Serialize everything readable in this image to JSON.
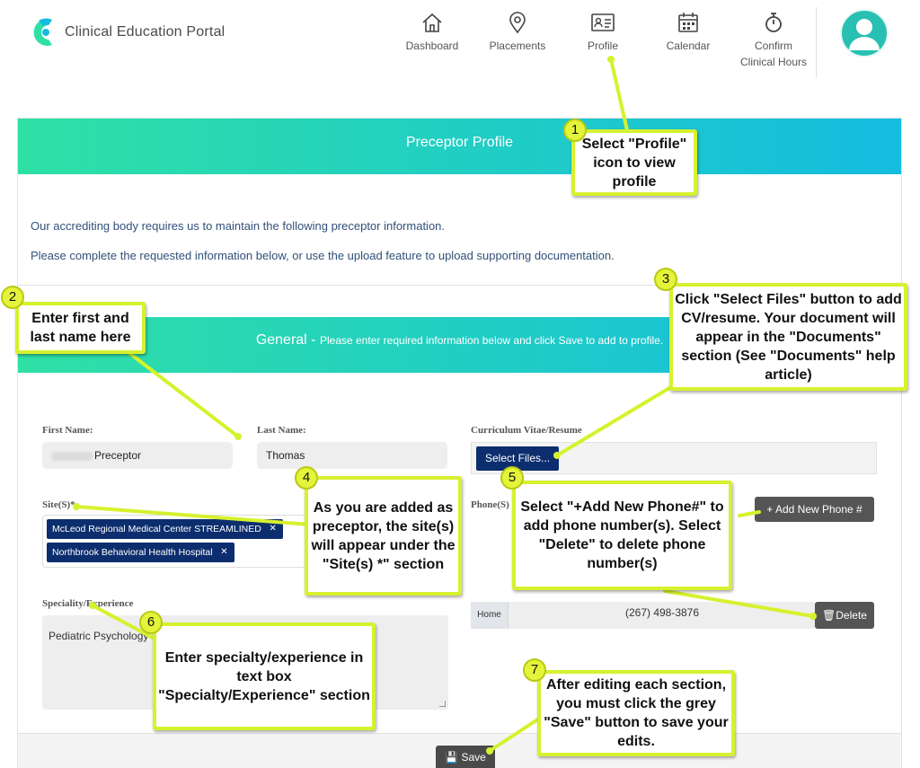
{
  "app": {
    "name": "Clinical Education Portal"
  },
  "nav": {
    "dashboard": "Dashboard",
    "placements": "Placements",
    "profile": "Profile",
    "calendar": "Calendar",
    "confirm_line1": "Confirm",
    "confirm_line2": "Clinical Hours"
  },
  "page": {
    "title": "Preceptor Profile",
    "intro1": "Our accrediting body requires us to maintain the following preceptor information.",
    "intro2": "Please complete the requested information below, or use the upload feature to upload supporting documentation.",
    "section_title": "General -",
    "section_sub": "Please enter required information below and click Save to add to profile."
  },
  "form": {
    "first_name_label": "First Name:",
    "first_name_value": "Preceptor",
    "last_name_label": "Last Name:",
    "last_name_value": "Thomas",
    "cv_label": "Curriculum Vitae/Resume",
    "select_files": "Select Files...",
    "sites_label": "Site(S)*",
    "sites": [
      "McLeod Regional Medical Center STREAMLINED",
      "Northbrook Behavioral Health Hospital"
    ],
    "phone_label": "Phone(S)",
    "add_phone": "Add New Phone #",
    "phone_type": "Home",
    "phone_number": "(267) 498-3876",
    "delete": "Delete",
    "specialty_label": "Speciality/Experience",
    "specialty_value": "Pediatric Psychology",
    "save": "Save"
  },
  "annotations": {
    "n1": "1",
    "c1": "Select \"Profile\" icon to view profile",
    "n2": "2",
    "c2": "Enter first and last name here",
    "n3": "3",
    "c3": "Click \"Select Files\" button to add CV/resume. Your document will appear in the \"Documents\" section (See \"Documents\" help article)",
    "n4": "4",
    "c4": "As you are added as preceptor, the site(s) will appear under the \"Site(s) *\" section",
    "n5": "5",
    "c5": "Select \"+Add New Phone#\" to add phone number(s). Select \"Delete\" to delete phone number(s)",
    "n6": "6",
    "c6": "Enter specialty/experience in text box \"Specialty/Experience\" section",
    "n7": "7",
    "c7": "After editing each section, you must click the grey \"Save\" button to save your edits."
  },
  "colors": {
    "accent_green": "#2fe0a5",
    "accent_blue": "#15bce0",
    "navy": "#0d2e6e",
    "annotation": "#d6f12e"
  }
}
